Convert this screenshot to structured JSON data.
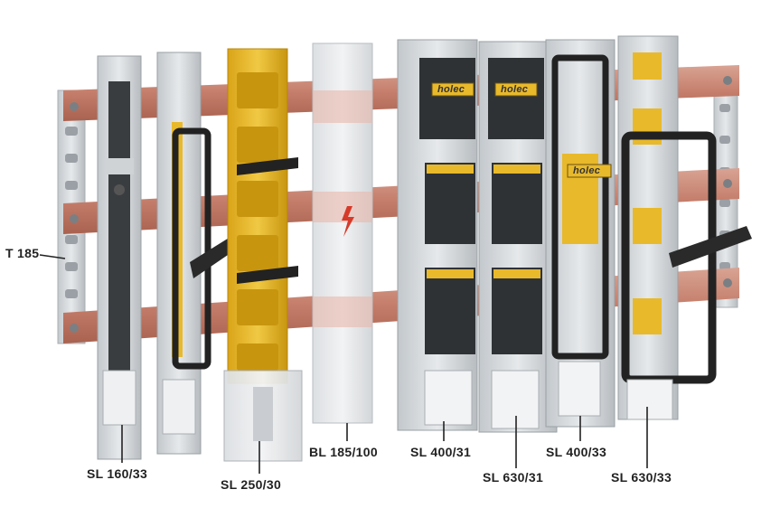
{
  "labels": {
    "t185": "T 185",
    "sl160_33": "SL 160/33",
    "sl250_30": "SL 250/30",
    "bl185_100": "BL 185/100",
    "sl400_31": "SL 400/31",
    "sl630_31": "SL 630/31",
    "sl400_33": "SL 400/33",
    "sl630_33": "SL 630/33"
  },
  "brand": {
    "logo_text": "holec"
  },
  "colors": {
    "busbar_copper": "#c98573",
    "module_grey": "#d9dde0",
    "module_yellow": "#e8b92b",
    "module_black": "#2a2a2a",
    "warning_red": "#d63a2a"
  }
}
